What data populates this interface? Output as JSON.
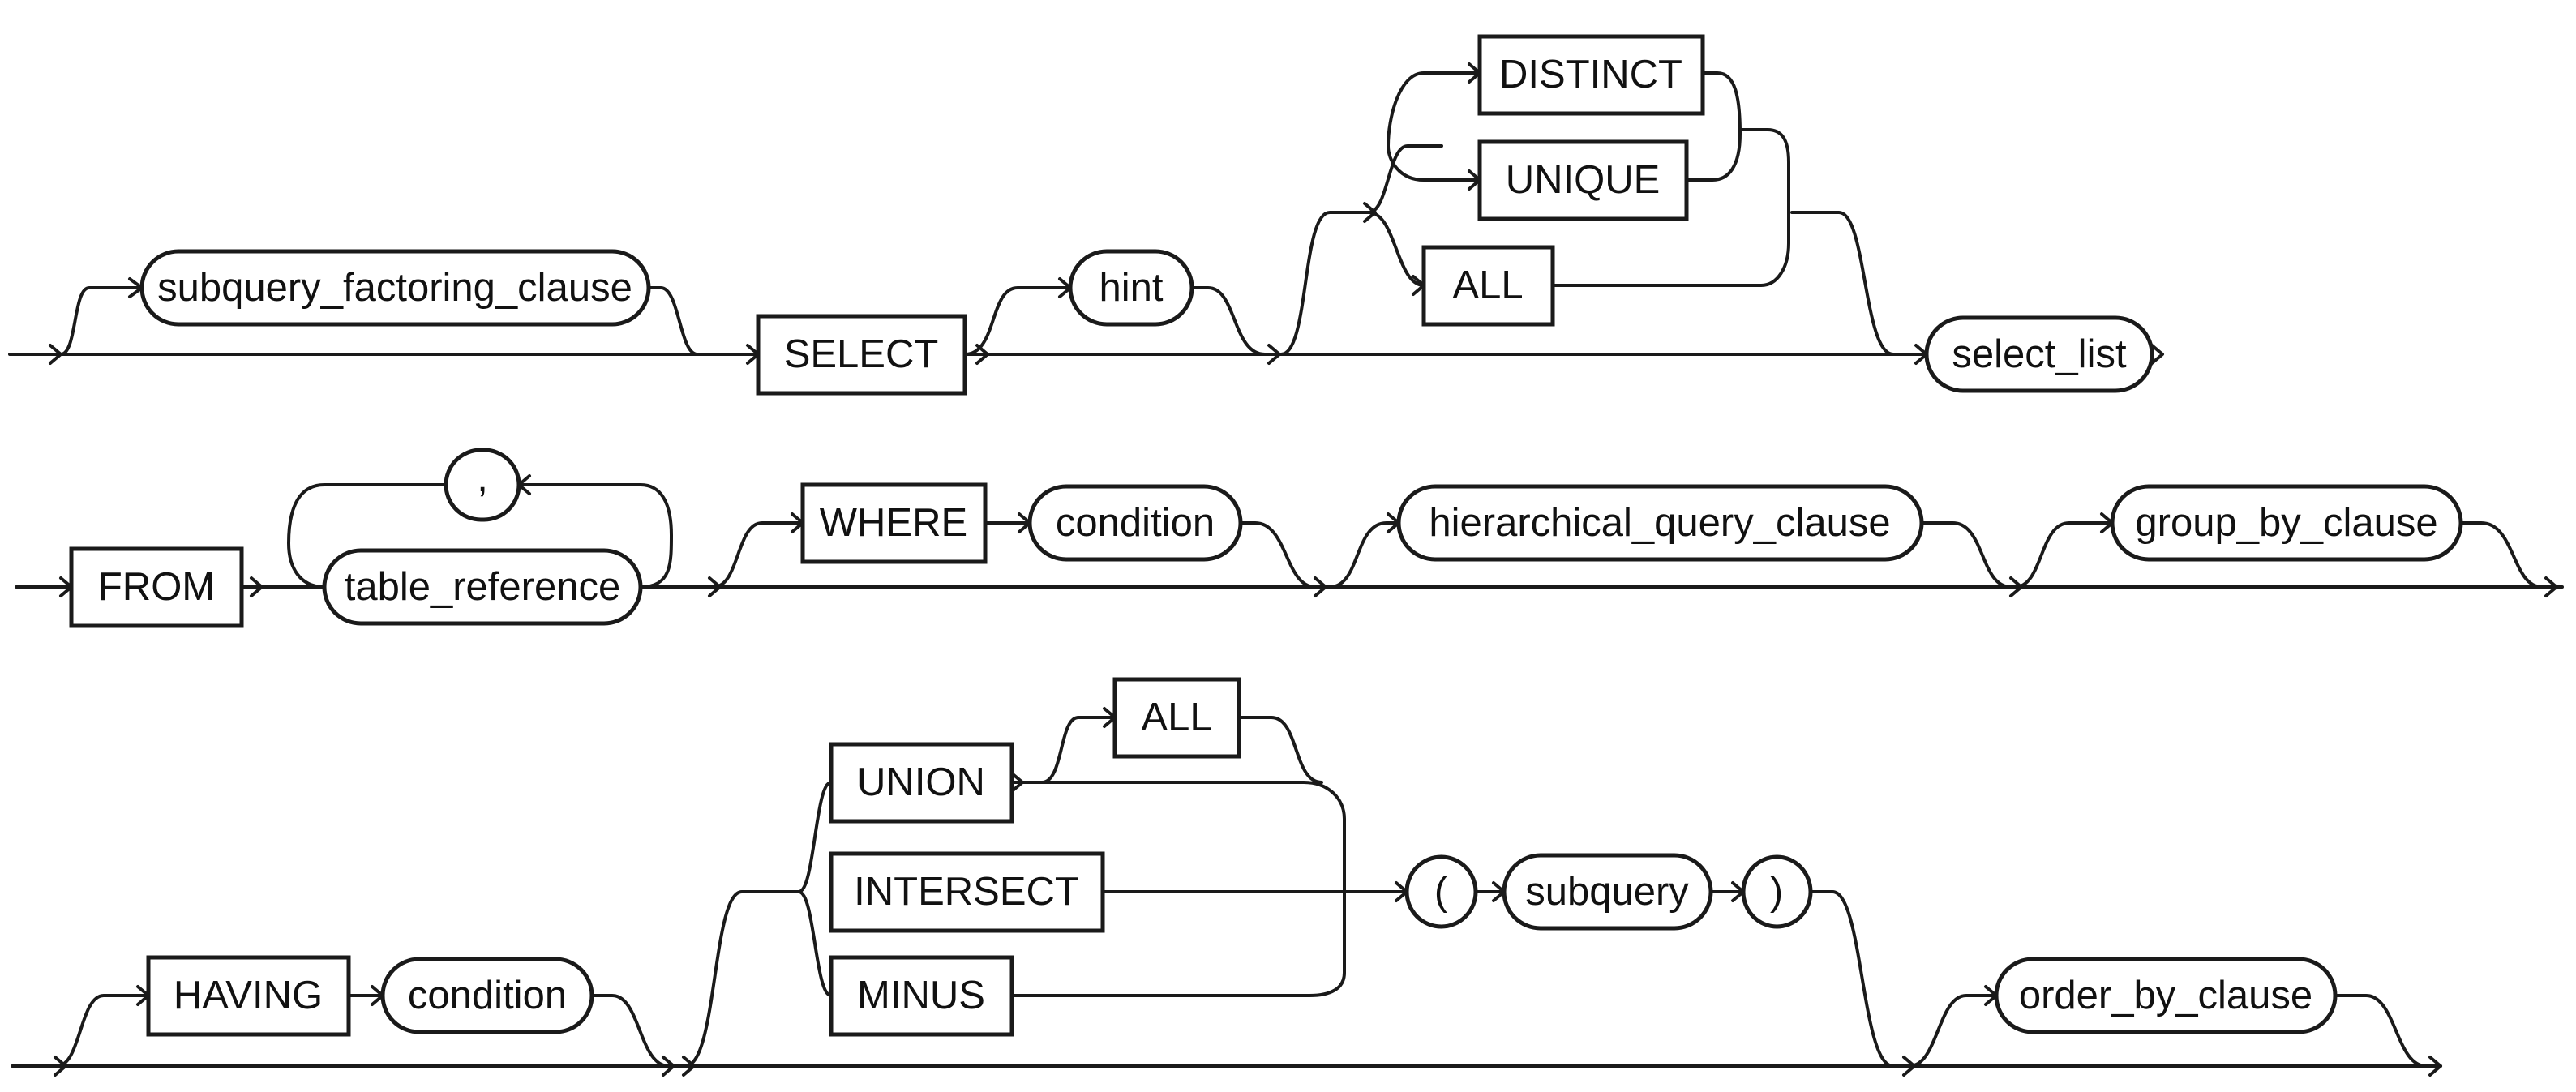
{
  "diagram": {
    "row1": {
      "subquery_factoring_clause": "subquery_factoring_clause",
      "select": "SELECT",
      "hint": "hint",
      "distinct": "DISTINCT",
      "unique": "UNIQUE",
      "all": "ALL",
      "select_list": "select_list"
    },
    "row2": {
      "from": "FROM",
      "comma": ",",
      "table_reference": "table_reference",
      "where": "WHERE",
      "condition": "condition",
      "hierarchical_query_clause": "hierarchical_query_clause",
      "group_by_clause": "group_by_clause"
    },
    "row3": {
      "having": "HAVING",
      "condition": "condition",
      "union": "UNION",
      "all": "ALL",
      "intersect": "INTERSECT",
      "minus": "MINUS",
      "open_paren": "(",
      "subquery": "subquery",
      "close_paren": ")",
      "order_by_clause": "order_by_clause"
    }
  },
  "colors": {
    "stroke": "#1a1a1a",
    "background": "#ffffff"
  }
}
